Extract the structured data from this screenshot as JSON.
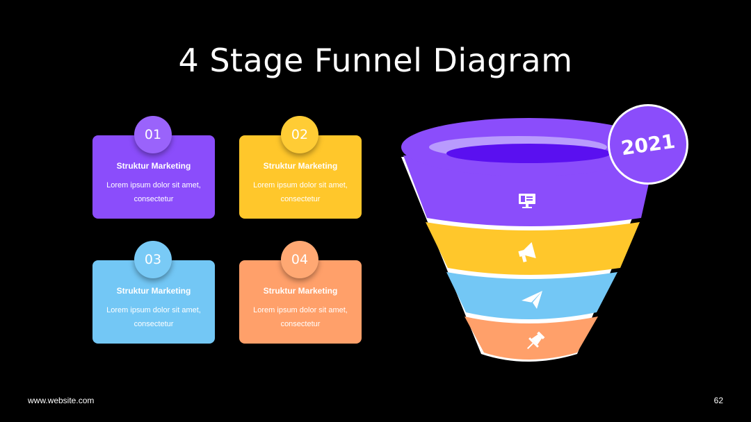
{
  "title": "4 Stage Funnel Diagram",
  "cards": [
    {
      "number": "01",
      "heading": "Struktur Marketing",
      "text": "Lorem ipsum dolor sit amet, consectetur",
      "color": "#8b4dfb",
      "badge_color": "#9a63fb"
    },
    {
      "number": "02",
      "heading": "Struktur Marketing",
      "text": "Lorem ipsum dolor sit amet, consectetur",
      "color": "#ffc72b",
      "badge_color": "#ffcc35"
    },
    {
      "number": "03",
      "heading": "Struktur Marketing",
      "text": "Lorem ipsum dolor sit amet, consectetur",
      "color": "#73c7f5",
      "badge_color": "#79caf6"
    },
    {
      "number": "04",
      "heading": "Struktur Marketing",
      "text": "Lorem ipsum dolor sit amet, consectetur",
      "color": "#ffa06a",
      "badge_color": "#ffa873"
    }
  ],
  "funnel": {
    "year": "2021",
    "stages": [
      {
        "icon": "presentation-icon",
        "color": "#8b4dfb"
      },
      {
        "icon": "megaphone-icon",
        "color": "#ffc72b"
      },
      {
        "icon": "paper-plane-icon",
        "color": "#73c7f5"
      },
      {
        "icon": "pin-icon",
        "color": "#ffa06a"
      }
    ]
  },
  "footer": {
    "website": "www.website.com",
    "page": "62"
  }
}
